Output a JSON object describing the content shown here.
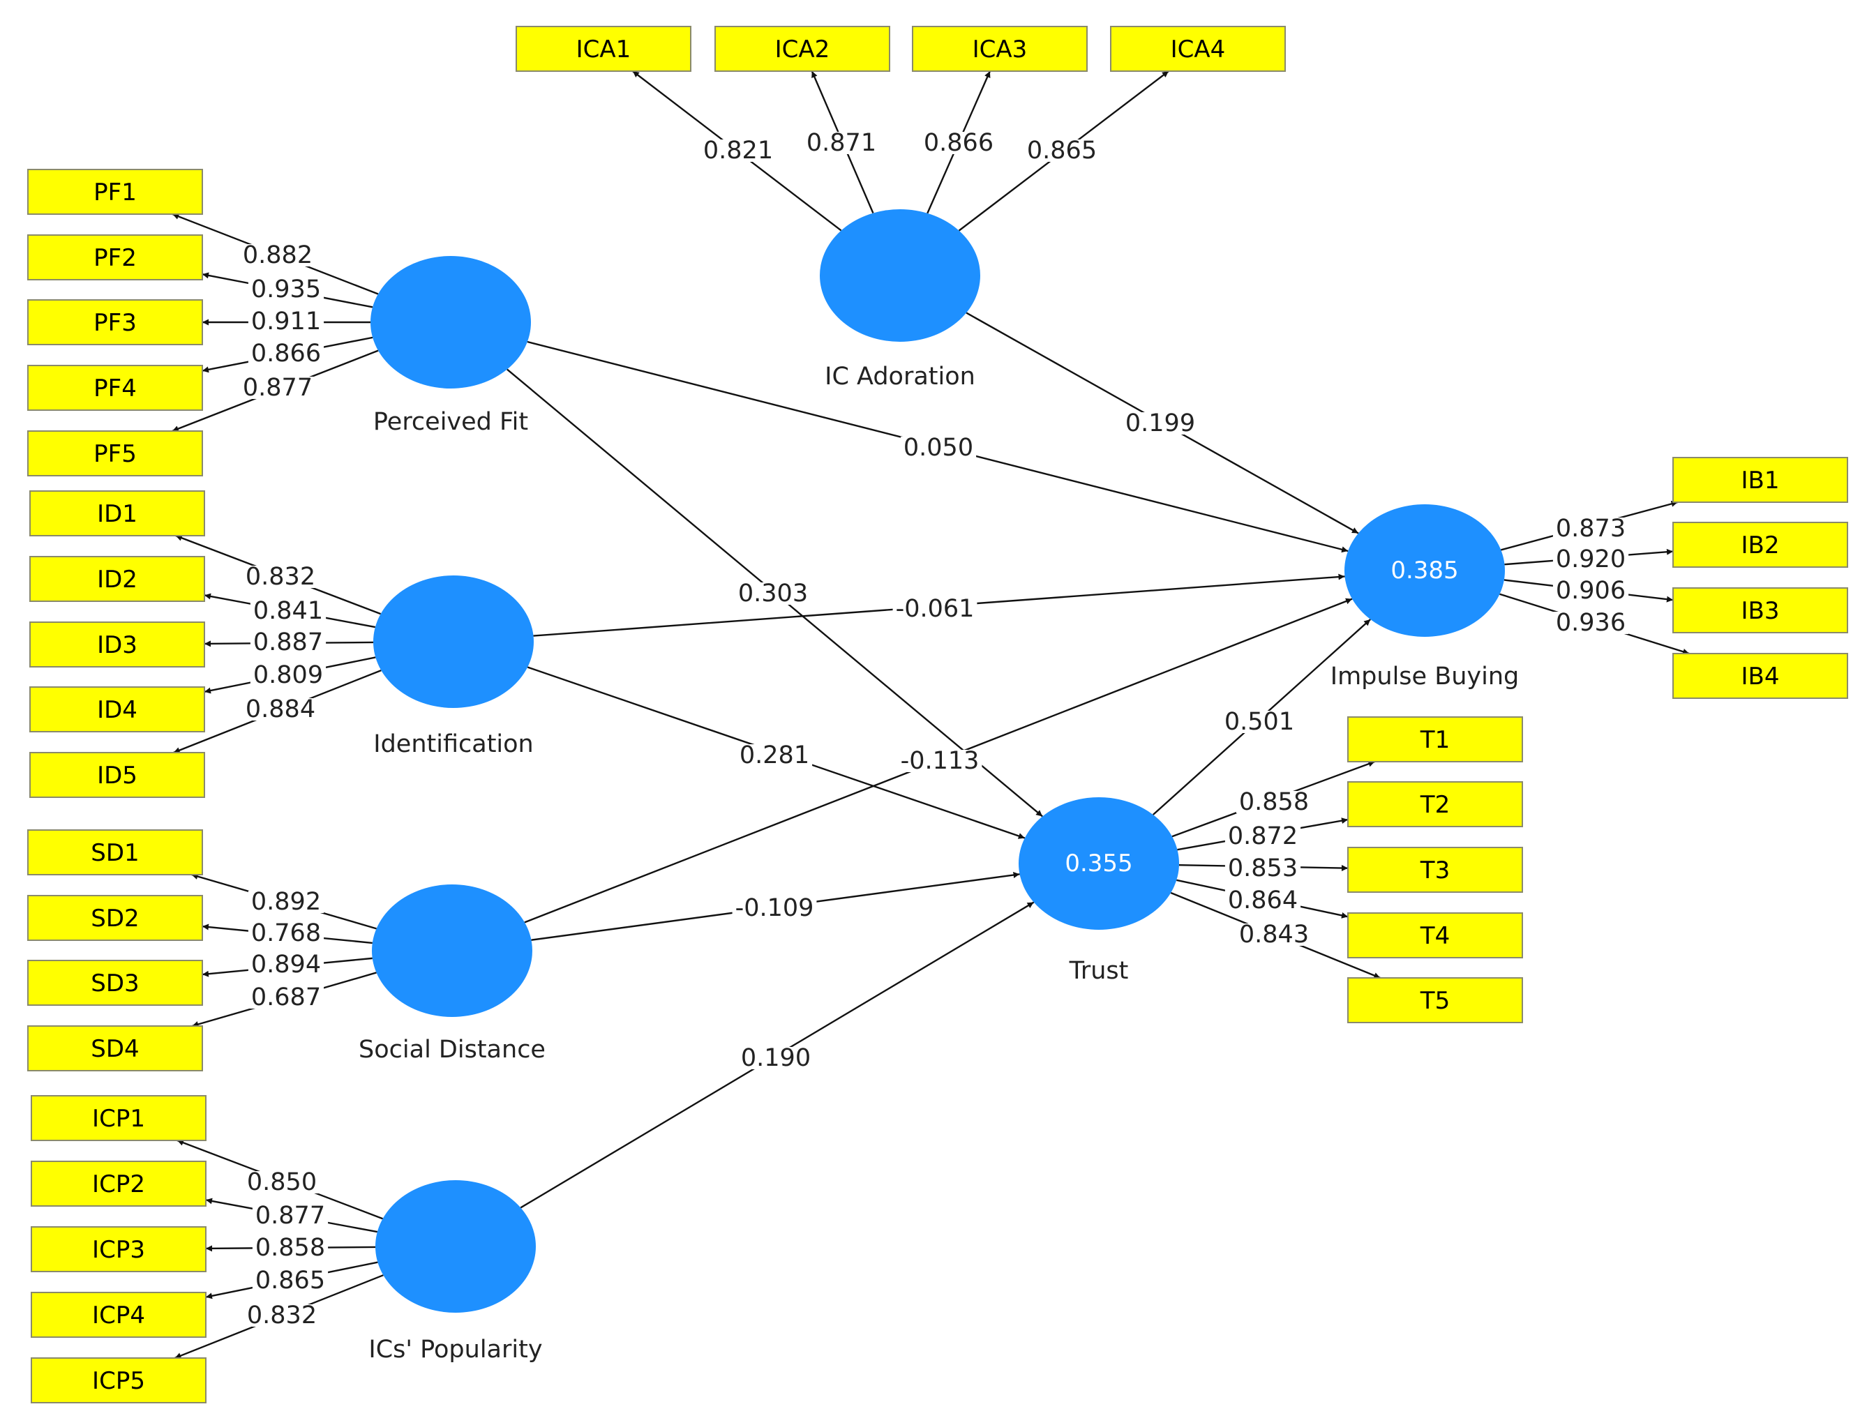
{
  "colors": {
    "indicator_fill": "#ffff00",
    "construct_fill": "#1e90ff",
    "construct_text": "#ffffff"
  },
  "constructs": [
    {
      "id": "PF",
      "name": "Perceived Fit",
      "r2": ""
    },
    {
      "id": "ID",
      "name": "Identification",
      "r2": ""
    },
    {
      "id": "SD",
      "name": "Social Distance",
      "r2": ""
    },
    {
      "id": "ICP",
      "name": "ICs' Popularity",
      "r2": ""
    },
    {
      "id": "ICA",
      "name": "IC Adoration",
      "r2": ""
    },
    {
      "id": "TR",
      "name": "Trust",
      "r2": "0.355"
    },
    {
      "id": "IB",
      "name": "Impulse Buying",
      "r2": "0.385"
    }
  ],
  "indicators": [
    {
      "id": "PF1",
      "construct": "PF",
      "loading": "0.882"
    },
    {
      "id": "PF2",
      "construct": "PF",
      "loading": "0.935"
    },
    {
      "id": "PF3",
      "construct": "PF",
      "loading": "0.911"
    },
    {
      "id": "PF4",
      "construct": "PF",
      "loading": "0.866"
    },
    {
      "id": "PF5",
      "construct": "PF",
      "loading": "0.877"
    },
    {
      "id": "ID1",
      "construct": "ID",
      "loading": "0.832"
    },
    {
      "id": "ID2",
      "construct": "ID",
      "loading": "0.841"
    },
    {
      "id": "ID3",
      "construct": "ID",
      "loading": "0.887"
    },
    {
      "id": "ID4",
      "construct": "ID",
      "loading": "0.809"
    },
    {
      "id": "ID5",
      "construct": "ID",
      "loading": "0.884"
    },
    {
      "id": "SD1",
      "construct": "SD",
      "loading": "0.892"
    },
    {
      "id": "SD2",
      "construct": "SD",
      "loading": "0.768"
    },
    {
      "id": "SD3",
      "construct": "SD",
      "loading": "0.894"
    },
    {
      "id": "SD4",
      "construct": "SD",
      "loading": "0.687"
    },
    {
      "id": "ICP1",
      "construct": "ICP",
      "loading": "0.850"
    },
    {
      "id": "ICP2",
      "construct": "ICP",
      "loading": "0.877"
    },
    {
      "id": "ICP3",
      "construct": "ICP",
      "loading": "0.858"
    },
    {
      "id": "ICP4",
      "construct": "ICP",
      "loading": "0.865"
    },
    {
      "id": "ICP5",
      "construct": "ICP",
      "loading": "0.832"
    },
    {
      "id": "ICA1",
      "construct": "ICA",
      "loading": "0.821"
    },
    {
      "id": "ICA2",
      "construct": "ICA",
      "loading": "0.871"
    },
    {
      "id": "ICA3",
      "construct": "ICA",
      "loading": "0.866"
    },
    {
      "id": "ICA4",
      "construct": "ICA",
      "loading": "0.865"
    },
    {
      "id": "T1",
      "construct": "TR",
      "loading": "0.858"
    },
    {
      "id": "T2",
      "construct": "TR",
      "loading": "0.872"
    },
    {
      "id": "T3",
      "construct": "TR",
      "loading": "0.853"
    },
    {
      "id": "T4",
      "construct": "TR",
      "loading": "0.864"
    },
    {
      "id": "T5",
      "construct": "TR",
      "loading": "0.843"
    },
    {
      "id": "IB1",
      "construct": "IB",
      "loading": "0.873"
    },
    {
      "id": "IB2",
      "construct": "IB",
      "loading": "0.920"
    },
    {
      "id": "IB3",
      "construct": "IB",
      "loading": "0.906"
    },
    {
      "id": "IB4",
      "construct": "IB",
      "loading": "0.936"
    }
  ],
  "paths": [
    {
      "from": "PF",
      "to": "IB",
      "coef": "0.050"
    },
    {
      "from": "PF",
      "to": "TR",
      "coef": "0.303"
    },
    {
      "from": "ICA",
      "to": "IB",
      "coef": "0.199"
    },
    {
      "from": "ID",
      "to": "IB",
      "coef": "-0.061"
    },
    {
      "from": "ID",
      "to": "TR",
      "coef": "0.281"
    },
    {
      "from": "SD",
      "to": "IB",
      "coef": "-0.113"
    },
    {
      "from": "SD",
      "to": "TR",
      "coef": "-0.109"
    },
    {
      "from": "ICP",
      "to": "TR",
      "coef": "0.190"
    },
    {
      "from": "TR",
      "to": "IB",
      "coef": "0.501"
    }
  ]
}
